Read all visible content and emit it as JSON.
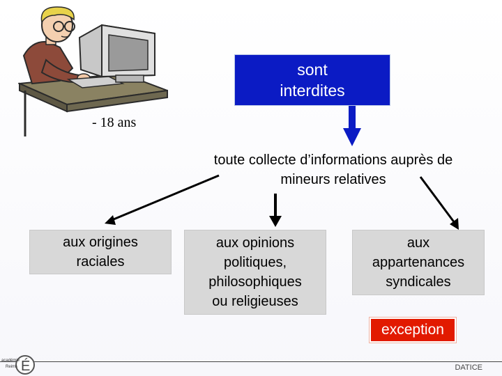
{
  "top_box": {
    "line1": "sont",
    "line2": "interdites"
  },
  "age_label": "- 18 ans",
  "main_text": {
    "line1": "toute collecte d’informations auprès de",
    "line2": "mineurs relatives"
  },
  "categories": [
    {
      "line1": "aux origines",
      "line2": "raciales"
    },
    {
      "line1": "aux opinions",
      "line2": "politiques,",
      "line3": "philosophiques",
      "line4": "ou religieuses"
    },
    {
      "line1": "aux",
      "line2": "appartenances",
      "line3": "syndicales"
    }
  ],
  "exception_label": "exception",
  "footer": {
    "text": "DATICE"
  },
  "logo": {
    "word1": "académie",
    "word2": "Reims",
    "letter": "É"
  },
  "colors": {
    "primary_box": "#0b1bc4",
    "grey_box": "#d8d8d8",
    "exception": "#e21a00",
    "arrow_blue": "#0b1bc4"
  }
}
